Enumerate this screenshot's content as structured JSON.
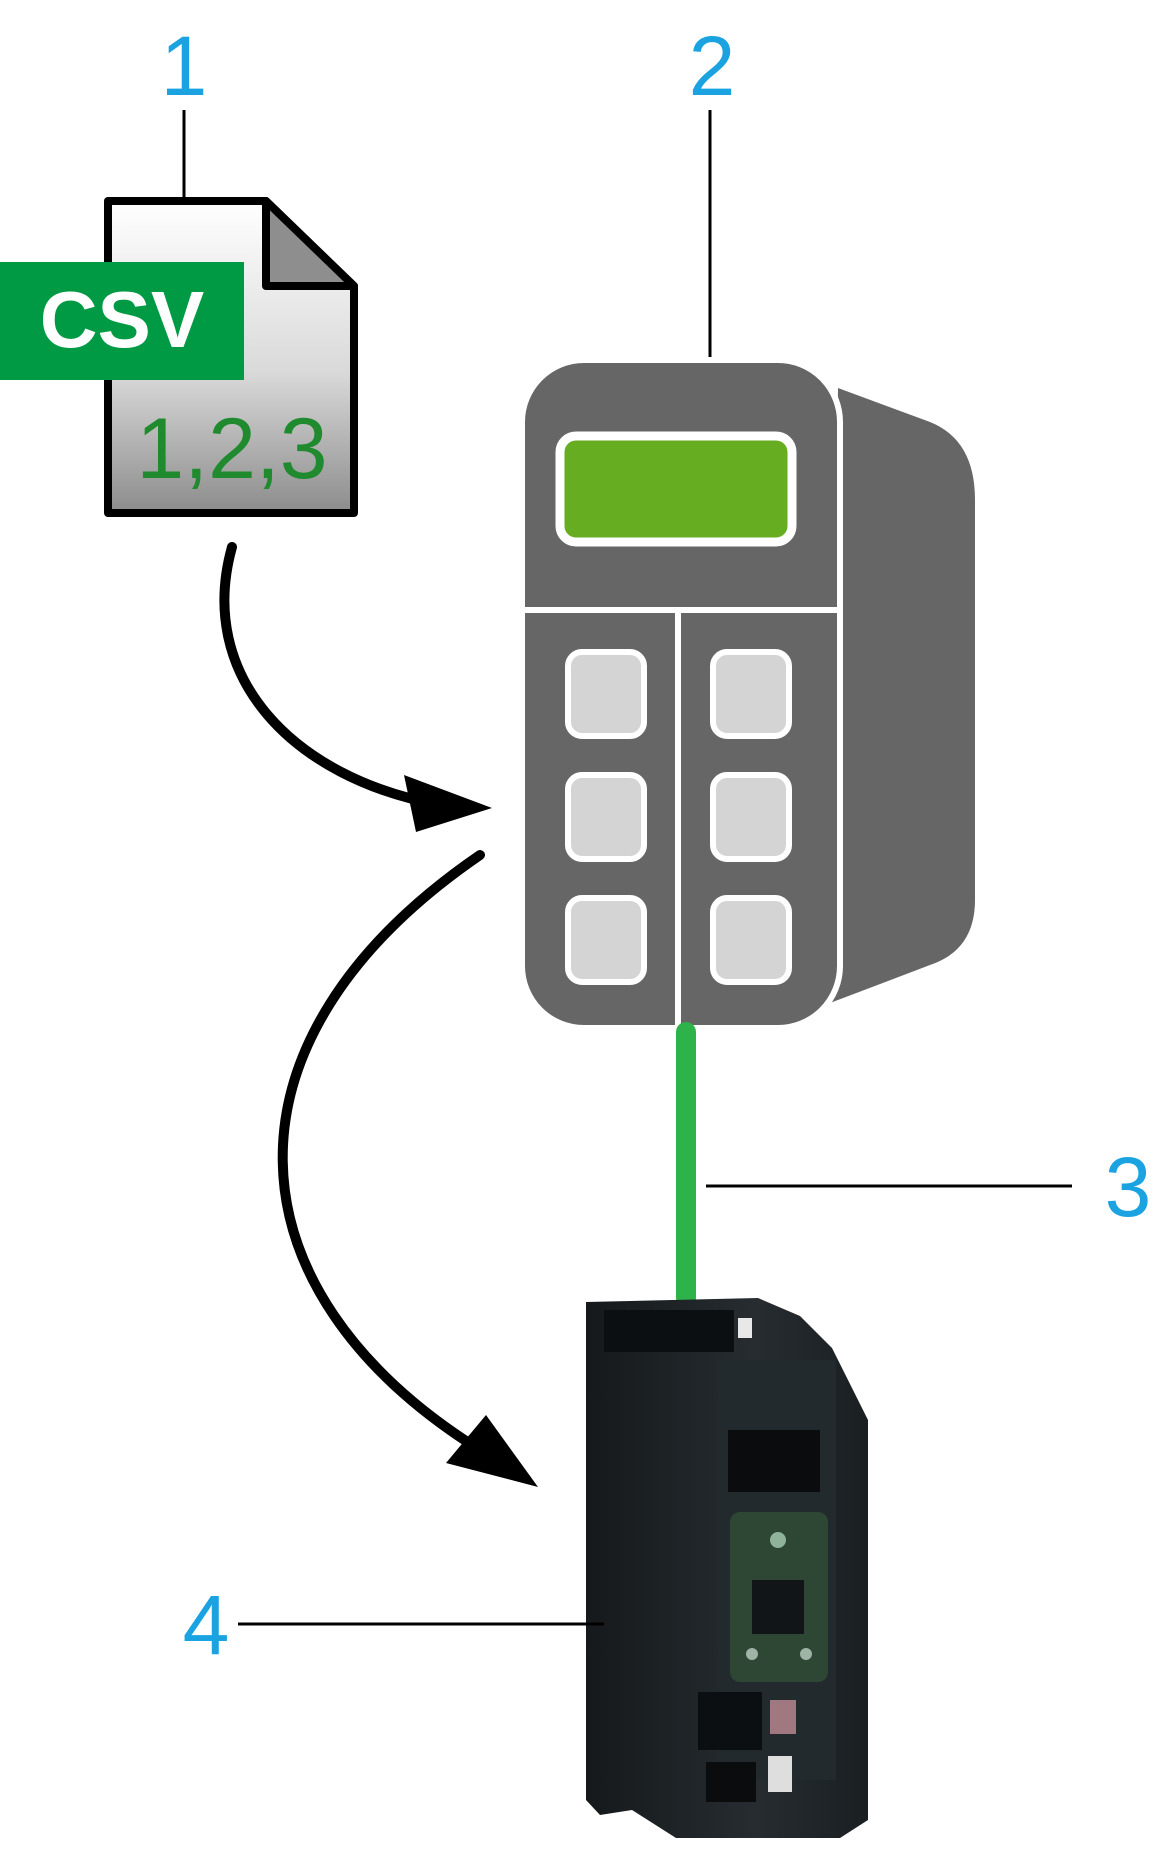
{
  "callouts": [
    {
      "id": "1",
      "label": "1"
    },
    {
      "id": "2",
      "label": "2"
    },
    {
      "id": "3",
      "label": "3"
    },
    {
      "id": "4",
      "label": "4"
    }
  ],
  "csv_file": {
    "tag": "CSV",
    "content": "1,2,3"
  },
  "colors": {
    "callout_text": "#1aa3e0",
    "csv_green": "#009a44",
    "keypad_body": "#666666",
    "keypad_screen": "#66ad22",
    "keypad_key": "#d4d4d4",
    "cable": "#2db34a",
    "drive_body": "#1e2327"
  }
}
